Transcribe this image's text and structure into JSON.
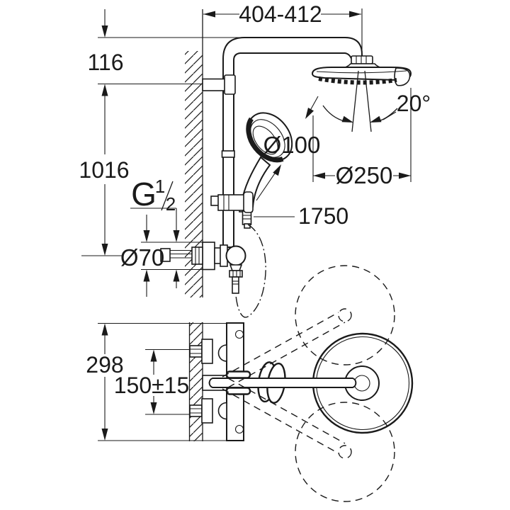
{
  "drawing": {
    "kind": "technical dimension drawing",
    "subject": "wall-mounted shower system with head shower, hand shower and thermostat",
    "views": {
      "top": "front elevation",
      "bottom": "plan / top view with swivel range"
    }
  },
  "labels": {
    "arm_reach": "404-412",
    "wall_bracket_offset": "116",
    "rail_height": "1016",
    "thread_g": "G",
    "thread_num": "1",
    "thread_den": "2",
    "hand_shower_diameter": "Ø100",
    "spray_angle": "20°",
    "head_shower_diameter": "Ø250",
    "hose_length": "1750",
    "escutcheon_diameter": "Ø70",
    "body_height": "298",
    "connection_spacing": "150±15"
  },
  "colors": {
    "line": "#1a1a1a",
    "background": "#ffffff"
  }
}
